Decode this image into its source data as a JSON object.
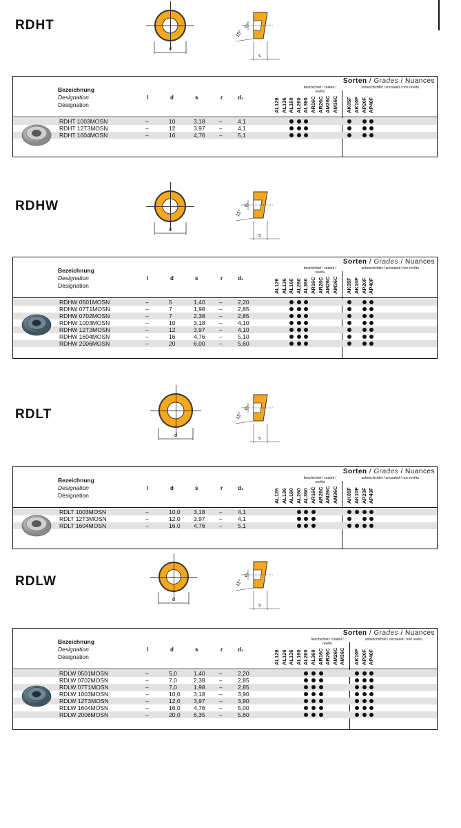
{
  "columns": {
    "bez": "Bezeichnung",
    "des": "Designation",
    "desf": "Désignation",
    "l": "l",
    "d": "d",
    "s": "s",
    "r": "r",
    "d1": "d₁"
  },
  "grades_header": {
    "sorten": "Sorten",
    "grades": "Grades",
    "nuances": "Nuances",
    "coated": "beschichtet / coated / revêtu",
    "uncoated": "unbeschichtet / uncoated / non revêtu"
  },
  "dim_labels": {
    "d": "d",
    "s": "s",
    "d1": "d₁",
    "angle": "15°"
  },
  "sections": [
    {
      "title": "RDHT",
      "coated": [
        "AL126",
        "AL136",
        "AL160",
        "AL260",
        "AL360",
        "AR16C",
        "AR26C",
        "AM26C",
        "AM36C"
      ],
      "uncoated": [
        "AK05F",
        "AK10F",
        "AP20F",
        "AP40F"
      ],
      "rows": [
        {
          "code": "RDHT 1003MOSN",
          "l": "–",
          "d": "10",
          "s": "3,18",
          "r": "–",
          "d1": "4,1",
          "c": [
            0,
            0,
            1,
            1,
            1,
            0,
            0,
            0,
            0
          ],
          "u": [
            1,
            0,
            1,
            1
          ]
        },
        {
          "code": "RDHT 12T3MOSN",
          "l": "–",
          "d": "12",
          "s": "3,97",
          "r": "–",
          "d1": "4,1",
          "c": [
            0,
            0,
            1,
            1,
            1,
            0,
            0,
            0,
            0
          ],
          "u": [
            1,
            0,
            1,
            1
          ]
        },
        {
          "code": "RDHT 1604MOSN",
          "l": "–",
          "d": "16",
          "s": "4,76",
          "r": "–",
          "d1": "5,1",
          "c": [
            0,
            0,
            1,
            1,
            1,
            0,
            0,
            0,
            0
          ],
          "u": [
            1,
            0,
            1,
            1
          ]
        }
      ]
    },
    {
      "title": "RDHW",
      "coated": [
        "AL126",
        "AL136",
        "AL160",
        "AL260",
        "AL360",
        "AR16C",
        "AR26C",
        "AM26C",
        "AM36C"
      ],
      "uncoated": [
        "AK05F",
        "AK10F",
        "AP20F",
        "AP40F"
      ],
      "rows": [
        {
          "code": "RDHW 0501MOSN",
          "l": "–",
          "d": "5",
          "s": "1,40",
          "r": "–",
          "d1": "2,20",
          "c": [
            0,
            0,
            1,
            1,
            1,
            0,
            0,
            0,
            0
          ],
          "u": [
            1,
            0,
            1,
            1
          ]
        },
        {
          "code": "RDHW 07T1MOSN",
          "l": "–",
          "d": "7",
          "s": "1,98",
          "r": "–",
          "d1": "2,85",
          "c": [
            0,
            0,
            1,
            1,
            1,
            0,
            0,
            0,
            0
          ],
          "u": [
            1,
            0,
            1,
            1
          ]
        },
        {
          "code": "RDHW 0702MOSN",
          "l": "–",
          "d": "7",
          "s": "2,38",
          "r": "–",
          "d1": "2,85",
          "c": [
            0,
            0,
            1,
            1,
            1,
            0,
            0,
            0,
            0
          ],
          "u": [
            1,
            0,
            1,
            1
          ]
        },
        {
          "code": "RDHW 1003MOSN",
          "l": "–",
          "d": "10",
          "s": "3,18",
          "r": "–",
          "d1": "4,10",
          "c": [
            0,
            0,
            1,
            1,
            1,
            0,
            0,
            0,
            0
          ],
          "u": [
            1,
            0,
            1,
            1
          ]
        },
        {
          "code": "RDHW 12T3MOSN",
          "l": "–",
          "d": "12",
          "s": "3,97",
          "r": "–",
          "d1": "4,10",
          "c": [
            0,
            0,
            1,
            1,
            1,
            0,
            0,
            0,
            0
          ],
          "u": [
            1,
            0,
            1,
            1
          ]
        },
        {
          "code": "RDHW 1604MOSN",
          "l": "–",
          "d": "16",
          "s": "4,76",
          "r": "–",
          "d1": "5,10",
          "c": [
            0,
            0,
            1,
            1,
            1,
            0,
            0,
            0,
            0
          ],
          "u": [
            1,
            0,
            1,
            1
          ]
        },
        {
          "code": "RDHW 2006MOSN",
          "l": "–",
          "d": "20",
          "s": "6,00",
          "r": "–",
          "d1": "5,60",
          "c": [
            0,
            0,
            1,
            1,
            1,
            0,
            0,
            0,
            0
          ],
          "u": [
            1,
            0,
            1,
            1
          ]
        }
      ]
    },
    {
      "title": "RDLT",
      "coated": [
        "AL126",
        "AL136",
        "AL160",
        "AL260",
        "AL360",
        "AR16C",
        "AR26C",
        "AM26C",
        "AM36C"
      ],
      "uncoated": [
        "AK05F",
        "AK10F",
        "AP20F",
        "AP40F"
      ],
      "rows": [
        {
          "code": "RDLT 1003MOSN",
          "l": "–",
          "d": "10,0",
          "s": "3,18",
          "r": "–",
          "d1": "4,1",
          "c": [
            0,
            0,
            0,
            1,
            1,
            1,
            0,
            0,
            0
          ],
          "u": [
            1,
            1,
            1,
            1
          ]
        },
        {
          "code": "RDLT 12T3MOSN",
          "l": "–",
          "d": "12,0",
          "s": "3,97",
          "r": "–",
          "d1": "4,1",
          "c": [
            0,
            0,
            0,
            1,
            1,
            1,
            0,
            0,
            0
          ],
          "u": [
            1,
            0,
            1,
            1
          ]
        },
        {
          "code": "RDLT 1604MOSN",
          "l": "–",
          "d": "16,0",
          "s": "4,76",
          "r": "–",
          "d1": "5,1",
          "c": [
            0,
            0,
            0,
            1,
            1,
            1,
            0,
            0,
            0
          ],
          "u": [
            1,
            1,
            1,
            1
          ]
        }
      ]
    },
    {
      "title": "RDLW",
      "coated": [
        "AL126",
        "AL126",
        "AL136",
        "AL160",
        "AL260",
        "AL360",
        "AR16C",
        "AR26C",
        "AM26C",
        "AM36C"
      ],
      "uncoated": [
        "AK10F",
        "AP20F",
        "AP40F"
      ],
      "rows": [
        {
          "code": "RDLW 0501MOSN",
          "l": "–",
          "d": "5,0",
          "s": "1,40",
          "r": "–",
          "d1": "2,20",
          "c": [
            0,
            0,
            0,
            0,
            1,
            1,
            1,
            0,
            0,
            0
          ],
          "u": [
            1,
            1,
            1
          ]
        },
        {
          "code": "RDLW 0702MOSN",
          "l": "–",
          "d": "7,0",
          "s": "2,38",
          "r": "–",
          "d1": "2,85",
          "c": [
            0,
            0,
            0,
            0,
            1,
            1,
            1,
            0,
            0,
            0
          ],
          "u": [
            1,
            1,
            1
          ]
        },
        {
          "code": "RDLW 07T1MOSN",
          "l": "–",
          "d": "7,0",
          "s": "1,98",
          "r": "–",
          "d1": "2,85",
          "c": [
            0,
            0,
            0,
            0,
            1,
            1,
            1,
            0,
            0,
            0
          ],
          "u": [
            1,
            1,
            1
          ]
        },
        {
          "code": "RDLW 1003MOSN",
          "l": "–",
          "d": "10,0",
          "s": "3,18",
          "r": "–",
          "d1": "3,90",
          "c": [
            0,
            0,
            0,
            0,
            1,
            1,
            1,
            0,
            0,
            0
          ],
          "u": [
            1,
            1,
            1
          ]
        },
        {
          "code": "RDLW 12T3MOSN",
          "l": "–",
          "d": "12,0",
          "s": "3,97",
          "r": "–",
          "d1": "3,90",
          "c": [
            0,
            0,
            0,
            0,
            1,
            1,
            1,
            0,
            0,
            0
          ],
          "u": [
            1,
            1,
            1
          ]
        },
        {
          "code": "RDLW 1604MOSN",
          "l": "–",
          "d": "16,0",
          "s": "4,76",
          "r": "–",
          "d1": "5,00",
          "c": [
            0,
            0,
            0,
            0,
            1,
            1,
            1,
            0,
            0,
            0
          ],
          "u": [
            1,
            1,
            1
          ]
        },
        {
          "code": "RDLW 2006MOSN",
          "l": "–",
          "d": "20,0",
          "s": "6,35",
          "r": "–",
          "d1": "5,60",
          "c": [
            0,
            0,
            0,
            0,
            1,
            1,
            1,
            0,
            0,
            0
          ],
          "u": [
            1,
            1,
            1
          ]
        }
      ]
    }
  ],
  "colors": {
    "insert_ring": "#f5a81c",
    "row_shade": "#e2e2e2"
  }
}
